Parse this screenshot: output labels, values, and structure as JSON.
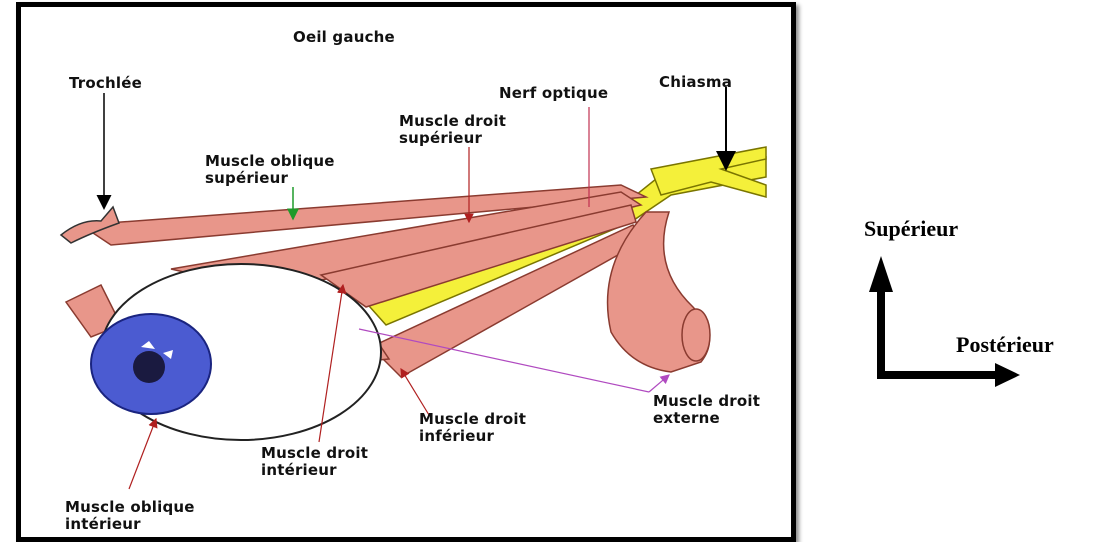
{
  "figure": {
    "title": "Oeil gauche",
    "labels": {
      "trochlee": "Trochlée",
      "oblique_superieur": "Muscle oblique\nsupérieur",
      "droit_superieur": "Muscle droit\nsupérieur",
      "nerf_optique": "Nerf optique",
      "chiasma": "Chiasma",
      "droit_externe": "Muscle droit\nexterne",
      "droit_inferieur": "Muscle droit\ninférieur",
      "droit_interieur": "Muscle droit\nintérieur",
      "oblique_interieur": "Muscle oblique\nintérieur"
    }
  },
  "orientation": {
    "up_label": "Supérieur",
    "right_label": "Postérieur"
  },
  "colors": {
    "muscle": "#e8968a",
    "muscle_stroke": "#8a3b30",
    "nerve": "#f4f03a",
    "iris": "#4b5bd1",
    "frame": "#000000"
  }
}
